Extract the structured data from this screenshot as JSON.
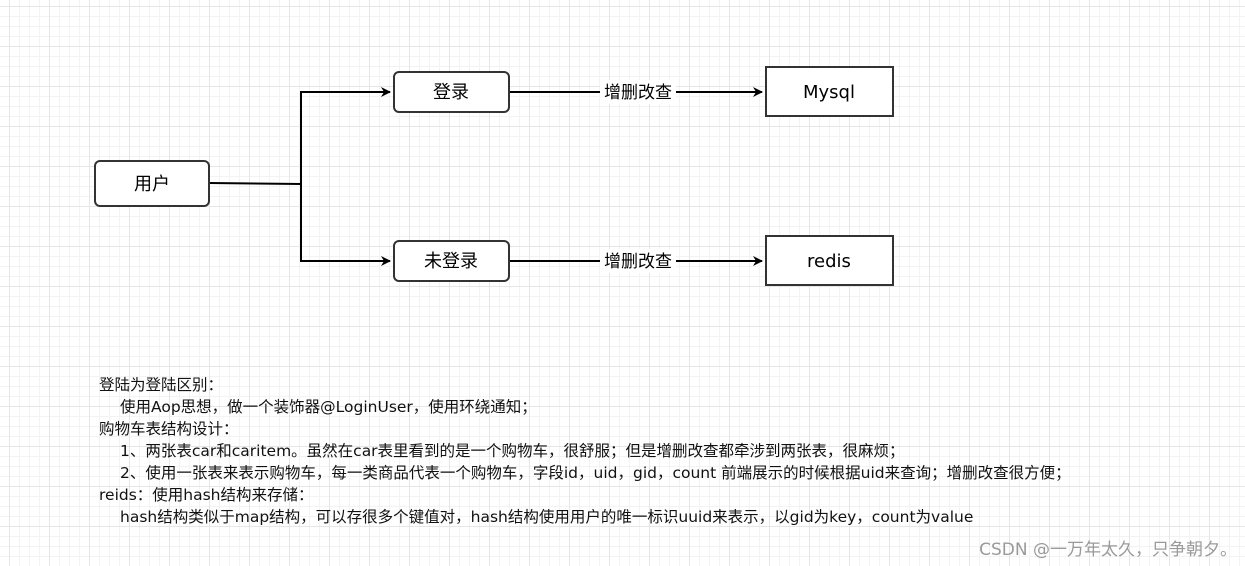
{
  "diagram": {
    "nodes": {
      "user": "用户",
      "login": "登录",
      "not_login": "未登录",
      "mysql": "Mysql",
      "redis": "redis"
    },
    "edges": {
      "login_to_mysql": "增删改查",
      "notlogin_to_redis": "增删改查"
    }
  },
  "notes": {
    "lines": [
      {
        "text": "登陆为登陆区别：",
        "indent": false
      },
      {
        "text": "使用Aop思想，做一个装饰器@LoginUser，使用环绕通知；",
        "indent": true
      },
      {
        "text": "购物车表结构设计：",
        "indent": false
      },
      {
        "text": "1、两张表car和caritem。虽然在car表里看到的是一个购物车，很舒服；但是增删改查都牵涉到两张表，很麻烦；",
        "indent": true
      },
      {
        "text": "2、使用一张表来表示购物车，每一类商品代表一个购物车，字段id，uid，gid，count   前端展示的时候根据uid来查询；增删改查很方便；",
        "indent": true
      },
      {
        "text": "reids：使用hash结构来存储：",
        "indent": false
      },
      {
        "text": "hash结构类似于map结构，可以存很多个键值对，hash结构使用用户的唯一标识uuid来表示，以gid为key，count为value",
        "indent": true
      }
    ]
  },
  "watermark": "CSDN @一万年太久，只争朝夕。"
}
